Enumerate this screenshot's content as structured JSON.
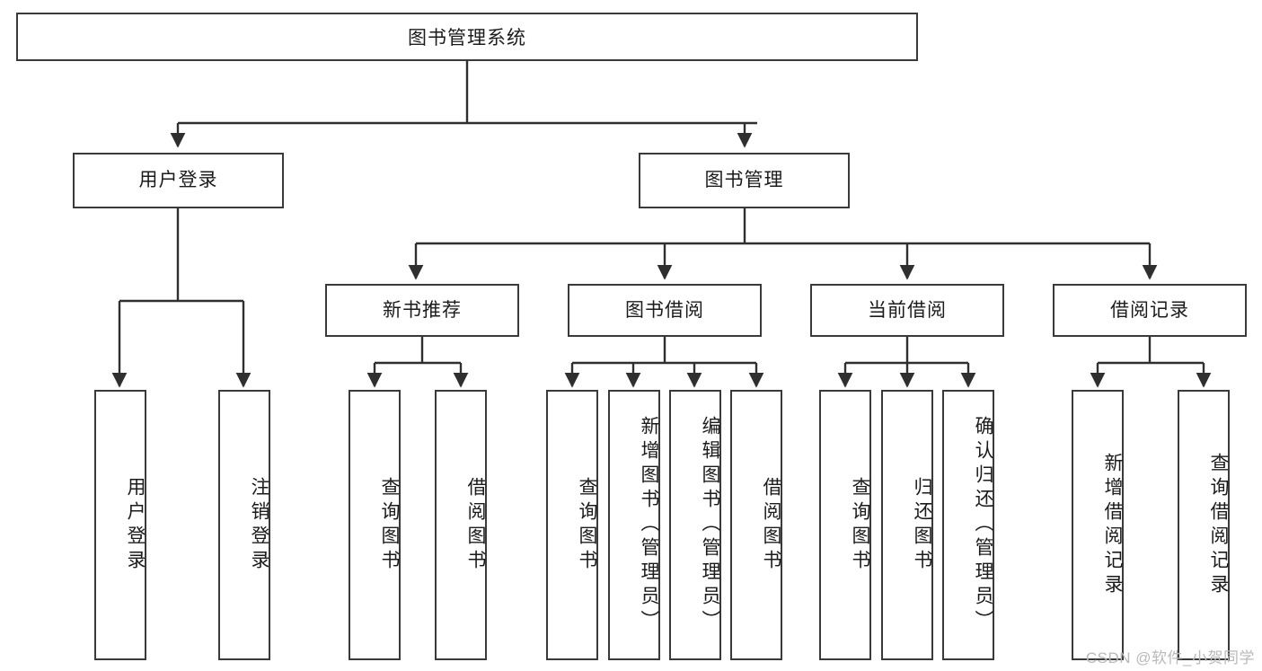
{
  "diagram": {
    "title": "图书管理系统",
    "type": "tree",
    "orientation": "top-down",
    "levels": 4,
    "root": {
      "id": "root",
      "label": "图书管理系统",
      "text_direction": "horizontal"
    },
    "level2": [
      {
        "id": "user-login",
        "label": "用户登录",
        "text_direction": "horizontal"
      },
      {
        "id": "book-manage",
        "label": "图书管理",
        "text_direction": "horizontal"
      }
    ],
    "level3": [
      {
        "id": "new-book-recommend",
        "label": "新书推荐",
        "parent": "book-manage",
        "text_direction": "horizontal"
      },
      {
        "id": "book-borrow",
        "label": "图书借阅",
        "parent": "book-manage",
        "text_direction": "horizontal"
      },
      {
        "id": "current-borrow",
        "label": "当前借阅",
        "parent": "book-manage",
        "text_direction": "horizontal"
      },
      {
        "id": "borrow-record",
        "label": "借阅记录",
        "parent": "book-manage",
        "text_direction": "horizontal"
      }
    ],
    "leaves": [
      {
        "id": "leaf-user-login",
        "label": "用户登录",
        "parent": "user-login",
        "text_direction": "vertical"
      },
      {
        "id": "leaf-logout",
        "label": "注销登录",
        "parent": "user-login",
        "text_direction": "vertical"
      },
      {
        "id": "leaf-query-book-1",
        "label": "查询图书",
        "parent": "new-book-recommend",
        "text_direction": "vertical"
      },
      {
        "id": "leaf-borrow-book-1",
        "label": "借阅图书",
        "parent": "new-book-recommend",
        "text_direction": "vertical"
      },
      {
        "id": "leaf-query-book-2",
        "label": "查询图书",
        "parent": "book-borrow",
        "text_direction": "vertical"
      },
      {
        "id": "leaf-add-book",
        "label": "新增图书（管理员）",
        "parent": "book-borrow",
        "text_direction": "vertical"
      },
      {
        "id": "leaf-edit-book",
        "label": "编辑图书（管理员）",
        "parent": "book-borrow",
        "text_direction": "vertical"
      },
      {
        "id": "leaf-borrow-book-2",
        "label": "借阅图书",
        "parent": "book-borrow",
        "text_direction": "vertical"
      },
      {
        "id": "leaf-query-book-3",
        "label": "查询图书",
        "parent": "current-borrow",
        "text_direction": "vertical"
      },
      {
        "id": "leaf-return-book",
        "label": "归还图书",
        "parent": "current-borrow",
        "text_direction": "vertical"
      },
      {
        "id": "leaf-confirm-return",
        "label": "确认归还（管理员）",
        "parent": "current-borrow",
        "text_direction": "vertical"
      },
      {
        "id": "leaf-add-record",
        "label": "新增借阅记录",
        "parent": "borrow-record",
        "text_direction": "vertical"
      },
      {
        "id": "leaf-query-record",
        "label": "查询借阅记录",
        "parent": "borrow-record",
        "text_direction": "vertical"
      }
    ]
  },
  "watermark": {
    "text": "CSDN @软件_小贺同学"
  },
  "colors": {
    "border": "#3a3a3a",
    "background": "#ffffff",
    "text": "#1b1b1b",
    "watermark": "#b9b9b9",
    "edge": "#2f2f2f"
  }
}
